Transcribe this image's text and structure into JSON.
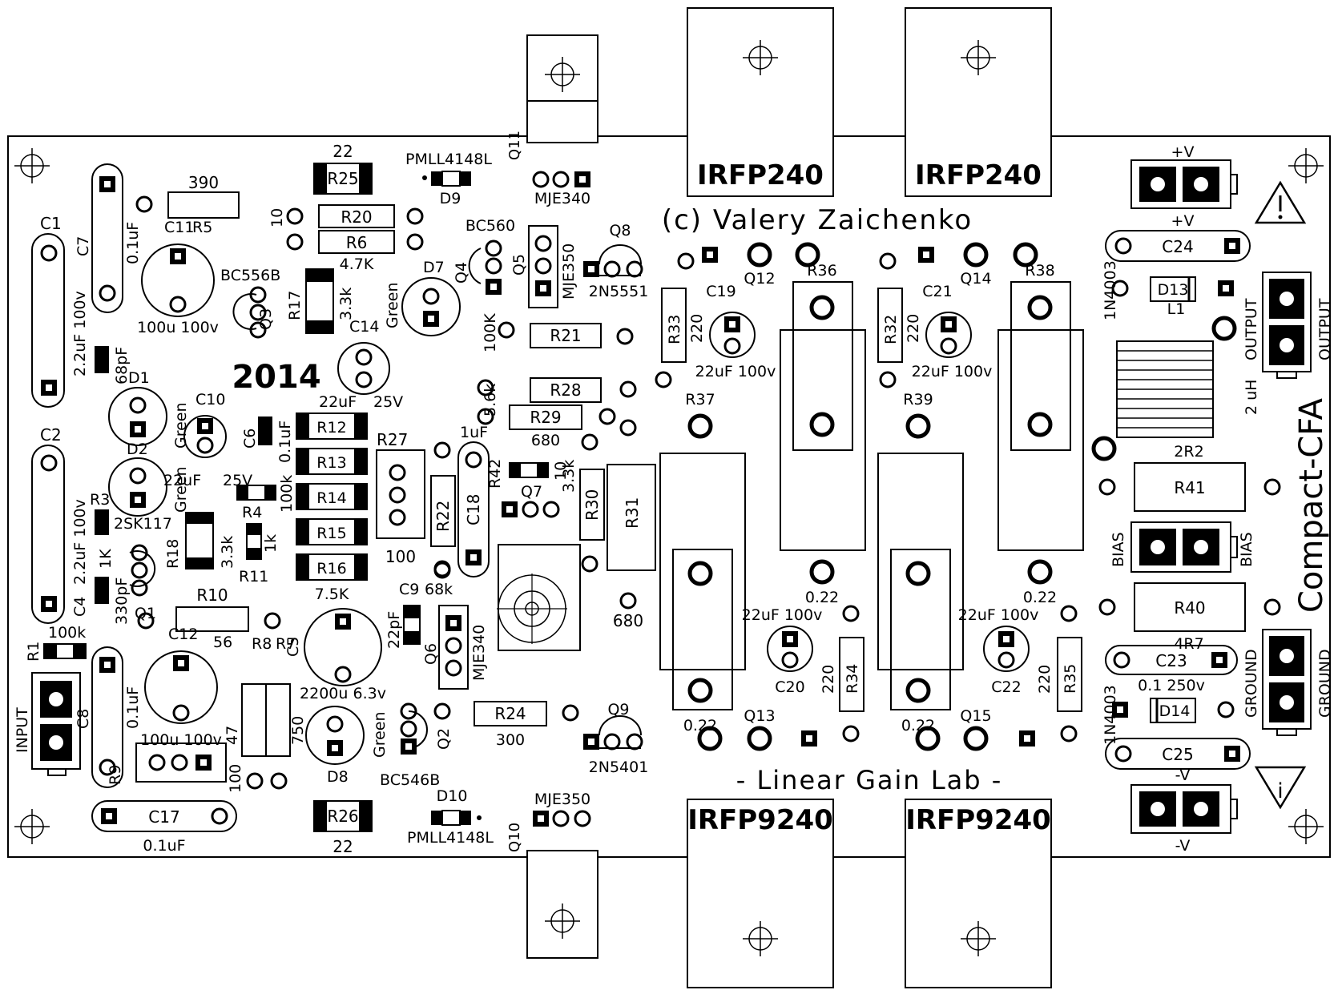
{
  "colors": {
    "background": "#ffffff",
    "ink": "#000000"
  },
  "header": {
    "credit": "(c) Valery Zaichenko",
    "year": "2014"
  },
  "footer": {
    "lab": "- Linear Gain Lab -"
  },
  "product": {
    "name": "Compact-CFA"
  },
  "mosfets": {
    "top": [
      "IRFP240",
      "IRFP240"
    ],
    "bottom": [
      "IRFP9240",
      "IRFP9240"
    ]
  },
  "drivers": {
    "q11": "Q11",
    "q11_part": "MJE340",
    "q10": "Q10",
    "q10_part": "MJE350"
  },
  "connectors": {
    "input": "INPUT",
    "vplus_top": "+V",
    "vplus_bottom": "+V",
    "vminus_top": "-V",
    "vminus_bottom": "-V",
    "output_left": "OUTPUT",
    "output_right": "OUTPUT",
    "bias_left": "BIAS",
    "bias_right": "BIAS",
    "ground_left": "GROUND",
    "ground_right": "GROUND"
  },
  "warnings": {
    "bottom_symbol": "i"
  },
  "left_section": {
    "c1": "C1",
    "c7": "C7",
    "c1_value": "2.2uF  100v",
    "c7_value": "0.1uF",
    "c2": "C2",
    "c4": "C4",
    "c2_value": "2.2uF  100v",
    "r5_value": "390",
    "c11": "C11",
    "r5": "R5",
    "c11_value": "100u  100v",
    "c3_value": "68pF",
    "d1": "D1",
    "d2": "D2",
    "d1_color": "Green",
    "d2_color": "Green",
    "r3": "R3",
    "r3_value": "1K",
    "q1_part": "2SK117",
    "q1": "Q1",
    "c4_value": "330pF",
    "r18": "R18",
    "r10": "R10",
    "r18_value": "3.3k",
    "r1": "R1",
    "r1_value": "100k",
    "c12": "C12",
    "c12_value": "100u  100v",
    "c8": "C8",
    "c8_value": "0.1uF",
    "r9": "R9",
    "c17": "C17",
    "c17_value": "0.1uF",
    "pot_value": "100"
  },
  "middle_section": {
    "r25_value": "22",
    "r25": "R25",
    "d9_part": "PMLL4148L",
    "d9": "D9",
    "r20": "R20",
    "r6": "R6",
    "r6_value": "4.7K",
    "r10_value": "10",
    "q3_part": "BC556B",
    "q3": "Q3",
    "r17": "R17",
    "r17_value": "3.3k",
    "c14": "C14",
    "c14_value": "22uF",
    "c14_voltage": "25V",
    "d7": "D7",
    "d7_color": "Green",
    "c10": "C10",
    "c10_value": "22uF",
    "c10_voltage": "25V",
    "c6": "C6",
    "c6_value": "0.1uF",
    "r12": "R12",
    "r13": "R13",
    "r14": "R14",
    "r15": "R15",
    "r16": "R16",
    "r4": "R4",
    "r4_value": "100k",
    "r11": "R11",
    "r11_value": "1k",
    "r16_value": "7.5K",
    "r27": "R27",
    "r27_value": "100",
    "r22": "R22",
    "c18": "C18",
    "c18_value": "1uF",
    "r8": "R8",
    "r7": "R7",
    "c5": "C5",
    "c5_value": "2200u  6.3v",
    "r56": "56",
    "c9": "C9",
    "c9_value": "22pF",
    "r68k": "68k",
    "q6": "Q6",
    "q6_part": "MJE340",
    "r47": "47",
    "r750": "750",
    "d8": "D8",
    "d8_color": "Green",
    "q2": "Q2",
    "q2_part": "BC546B",
    "r26": "R26",
    "r26_value": "22",
    "d10": "D10",
    "d10_part": "PMLL4148L"
  },
  "center_section": {
    "q4": "Q4",
    "q4_part": "BC560",
    "q5": "Q5",
    "q5_part": "MJE350",
    "q8": "Q8",
    "q8_part": "2N5551",
    "r100k": "100K",
    "r21": "R21",
    "r28": "R28",
    "r5_6k": "5.6k",
    "r29": "R29",
    "r29_value": "680",
    "r42": "R42",
    "r42_value": "10",
    "r3_3k": "3.3k",
    "q7": "Q7",
    "r30": "R30",
    "r31": "R31",
    "r680": "680",
    "r24": "R24",
    "r24_value": "300",
    "q9": "Q9",
    "q9_part": "2N5401"
  },
  "output_stage": {
    "r33": "R33",
    "r33_value": "220",
    "c19": "C19",
    "c19_value": "22uF  100v",
    "q12": "Q12",
    "r36": "R36",
    "r32": "R32",
    "r32_value": "220",
    "c21": "C21",
    "c21_value": "22uF  100v",
    "q14": "Q14",
    "r38": "R38",
    "r37": "R37",
    "r39": "R39",
    "r022_a": "0.22",
    "r022_b": "0.22",
    "r022_c": "0.22",
    "r022_d": "0.22",
    "c20": "C20",
    "c20_value": "22uF  100v",
    "r34": "R34",
    "r34_value": "220",
    "c22": "C22",
    "c22_value": "22uF  100v",
    "r35": "R35",
    "r35_value": "220",
    "q13": "Q13",
    "q15": "Q15"
  },
  "right_section": {
    "c24": "C24",
    "d13": "D13",
    "d13_part": "1N4003",
    "l1": "L1",
    "l1_value": "2 uH",
    "r41": "R41",
    "r41_value": "2R2",
    "r40": "R40",
    "r40_value": "4R7",
    "c23": "C23",
    "c23_value": "0.1  250v",
    "d14": "D14",
    "d14_part": "1N4003",
    "c25": "C25"
  }
}
